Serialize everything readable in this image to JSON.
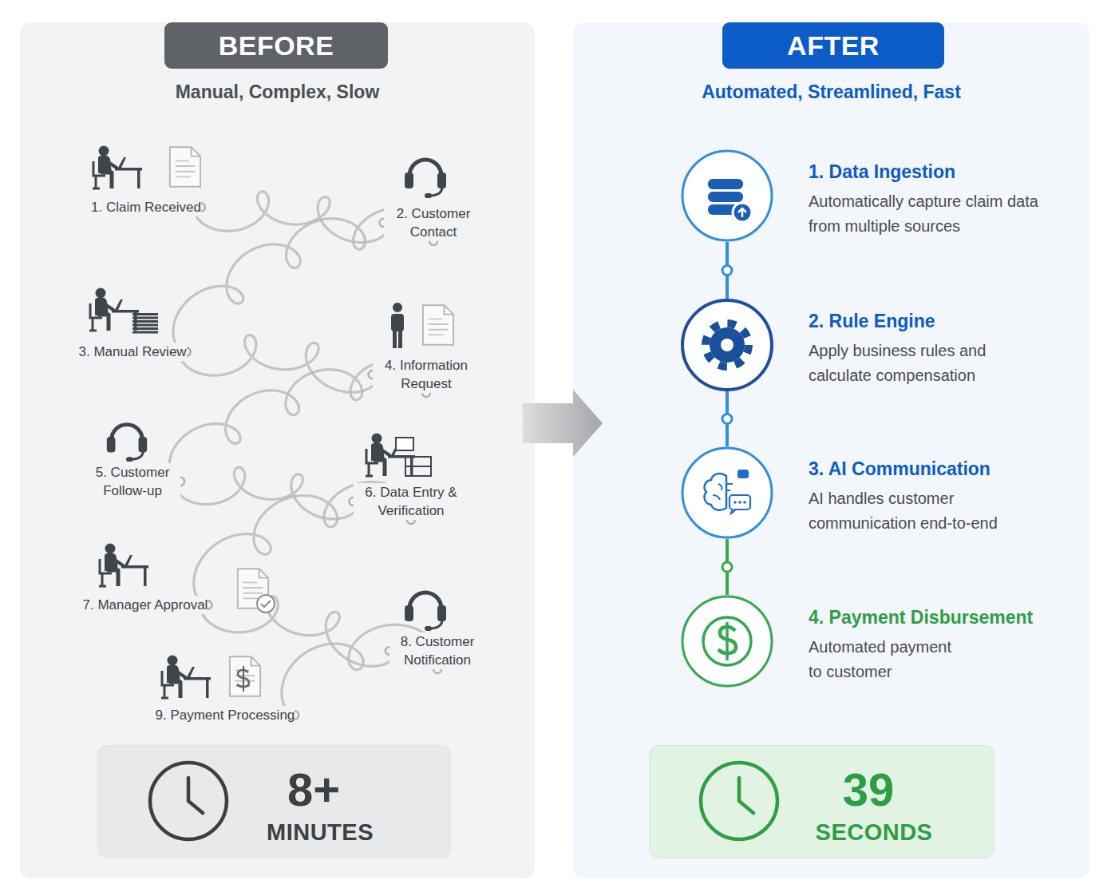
{
  "diagram": {
    "nodes": [
      {
        "text": [
          "Manual, Complex, Slow"
        ]
      },
      {
        "text": [
          "BEFORE"
        ],
        "in": 0
      },
      {
        "text": [
          "1. Claim Received"
        ],
        "in": 0
      },
      {
        "text": [
          "2. Customer Contact"
        ],
        "in": 0
      },
      {
        "text": [
          "3. Manual Review"
        ],
        "in": 0
      },
      {
        "text": [
          "4. Information Request"
        ],
        "in": 0
      },
      {
        "text": [
          "5. Customer Follow-up"
        ],
        "in": 0
      },
      {
        "text": [
          "6. Data Entry & Verification"
        ],
        "in": 0
      },
      {
        "text": [
          "7. Manager Approval"
        ],
        "in": 0
      },
      {
        "text": [
          "8. Customer Notification"
        ],
        "in": 0
      },
      {
        "text": [
          "9. Payment Processing"
        ],
        "in": 0
      },
      {
        "text": [
          "8+",
          "MINUTES"
        ],
        "in": 0
      },
      {
        "text": [
          "Automated, Streamlined, Fast"
        ]
      },
      {
        "text": [
          "AFTER"
        ],
        "in": 12
      },
      {
        "text": [
          "1. Data Ingestion",
          "Automatically capture claim data from multiple sources"
        ],
        "in": 12
      },
      {
        "text": [
          "2. Rule Engine",
          "Apply business rules and calculate compensation"
        ],
        "in": 12
      },
      {
        "text": [
          "3. AI Communication",
          "AI handles customer communication end-to-end"
        ],
        "in": 12
      },
      {
        "text": [
          "4. Payment Disbursement",
          "Automated payment to customer"
        ],
        "in": 12
      },
      {
        "text": [
          "39",
          "SECONDS"
        ],
        "in": 12
      }
    ],
    "edges": [
      {
        "from": 2,
        "to": 3,
        "arrow": "none"
      },
      {
        "from": 3,
        "to": 4,
        "arrow": "none"
      },
      {
        "from": 4,
        "to": 5,
        "arrow": "none"
      },
      {
        "from": 5,
        "to": 6,
        "arrow": "none"
      },
      {
        "from": 6,
        "to": 7,
        "arrow": "none"
      },
      {
        "from": 7,
        "to": 8,
        "arrow": "none"
      },
      {
        "from": 8,
        "to": 9,
        "arrow": "none"
      },
      {
        "from": 9,
        "to": 10,
        "arrow": "none"
      },
      {
        "from": 0,
        "to": 12,
        "arrow": "to"
      },
      {
        "from": 14,
        "to": 15,
        "arrow": "none"
      },
      {
        "from": 15,
        "to": 16,
        "arrow": "none"
      },
      {
        "from": 16,
        "to": 17,
        "arrow": "none"
      }
    ]
  }
}
